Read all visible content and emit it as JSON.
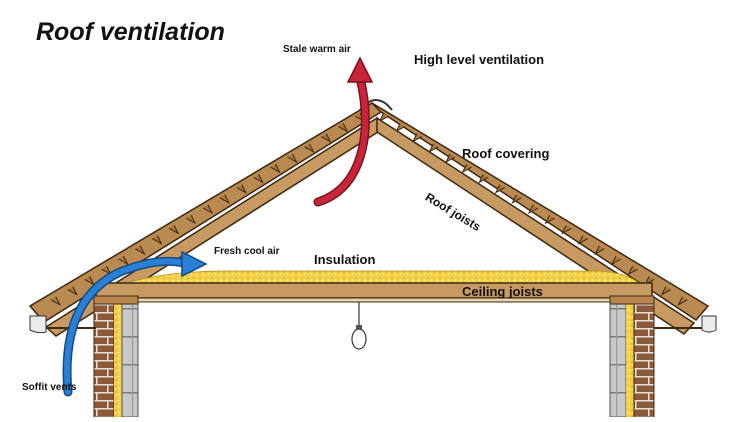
{
  "title": "Roof ventilation",
  "labels": {
    "stale_air": "Stale warm air",
    "high_level": "High level ventilation",
    "roof_covering": "Roof covering",
    "roof_joists": "Roof joists",
    "fresh_air": "Fresh cool air",
    "insulation": "Insulation",
    "ceiling_joists": "Ceiling joists",
    "soffit_vents": "Soffit vents"
  },
  "colors": {
    "timber": "#c79a64",
    "timber_dark": "#5a3a1c",
    "insulation": "#f2d24a",
    "brick": "#8a5a3c",
    "block": "#c8c8c8",
    "warm_air": "#c8253a",
    "cool_air": "#2a7fd6"
  }
}
